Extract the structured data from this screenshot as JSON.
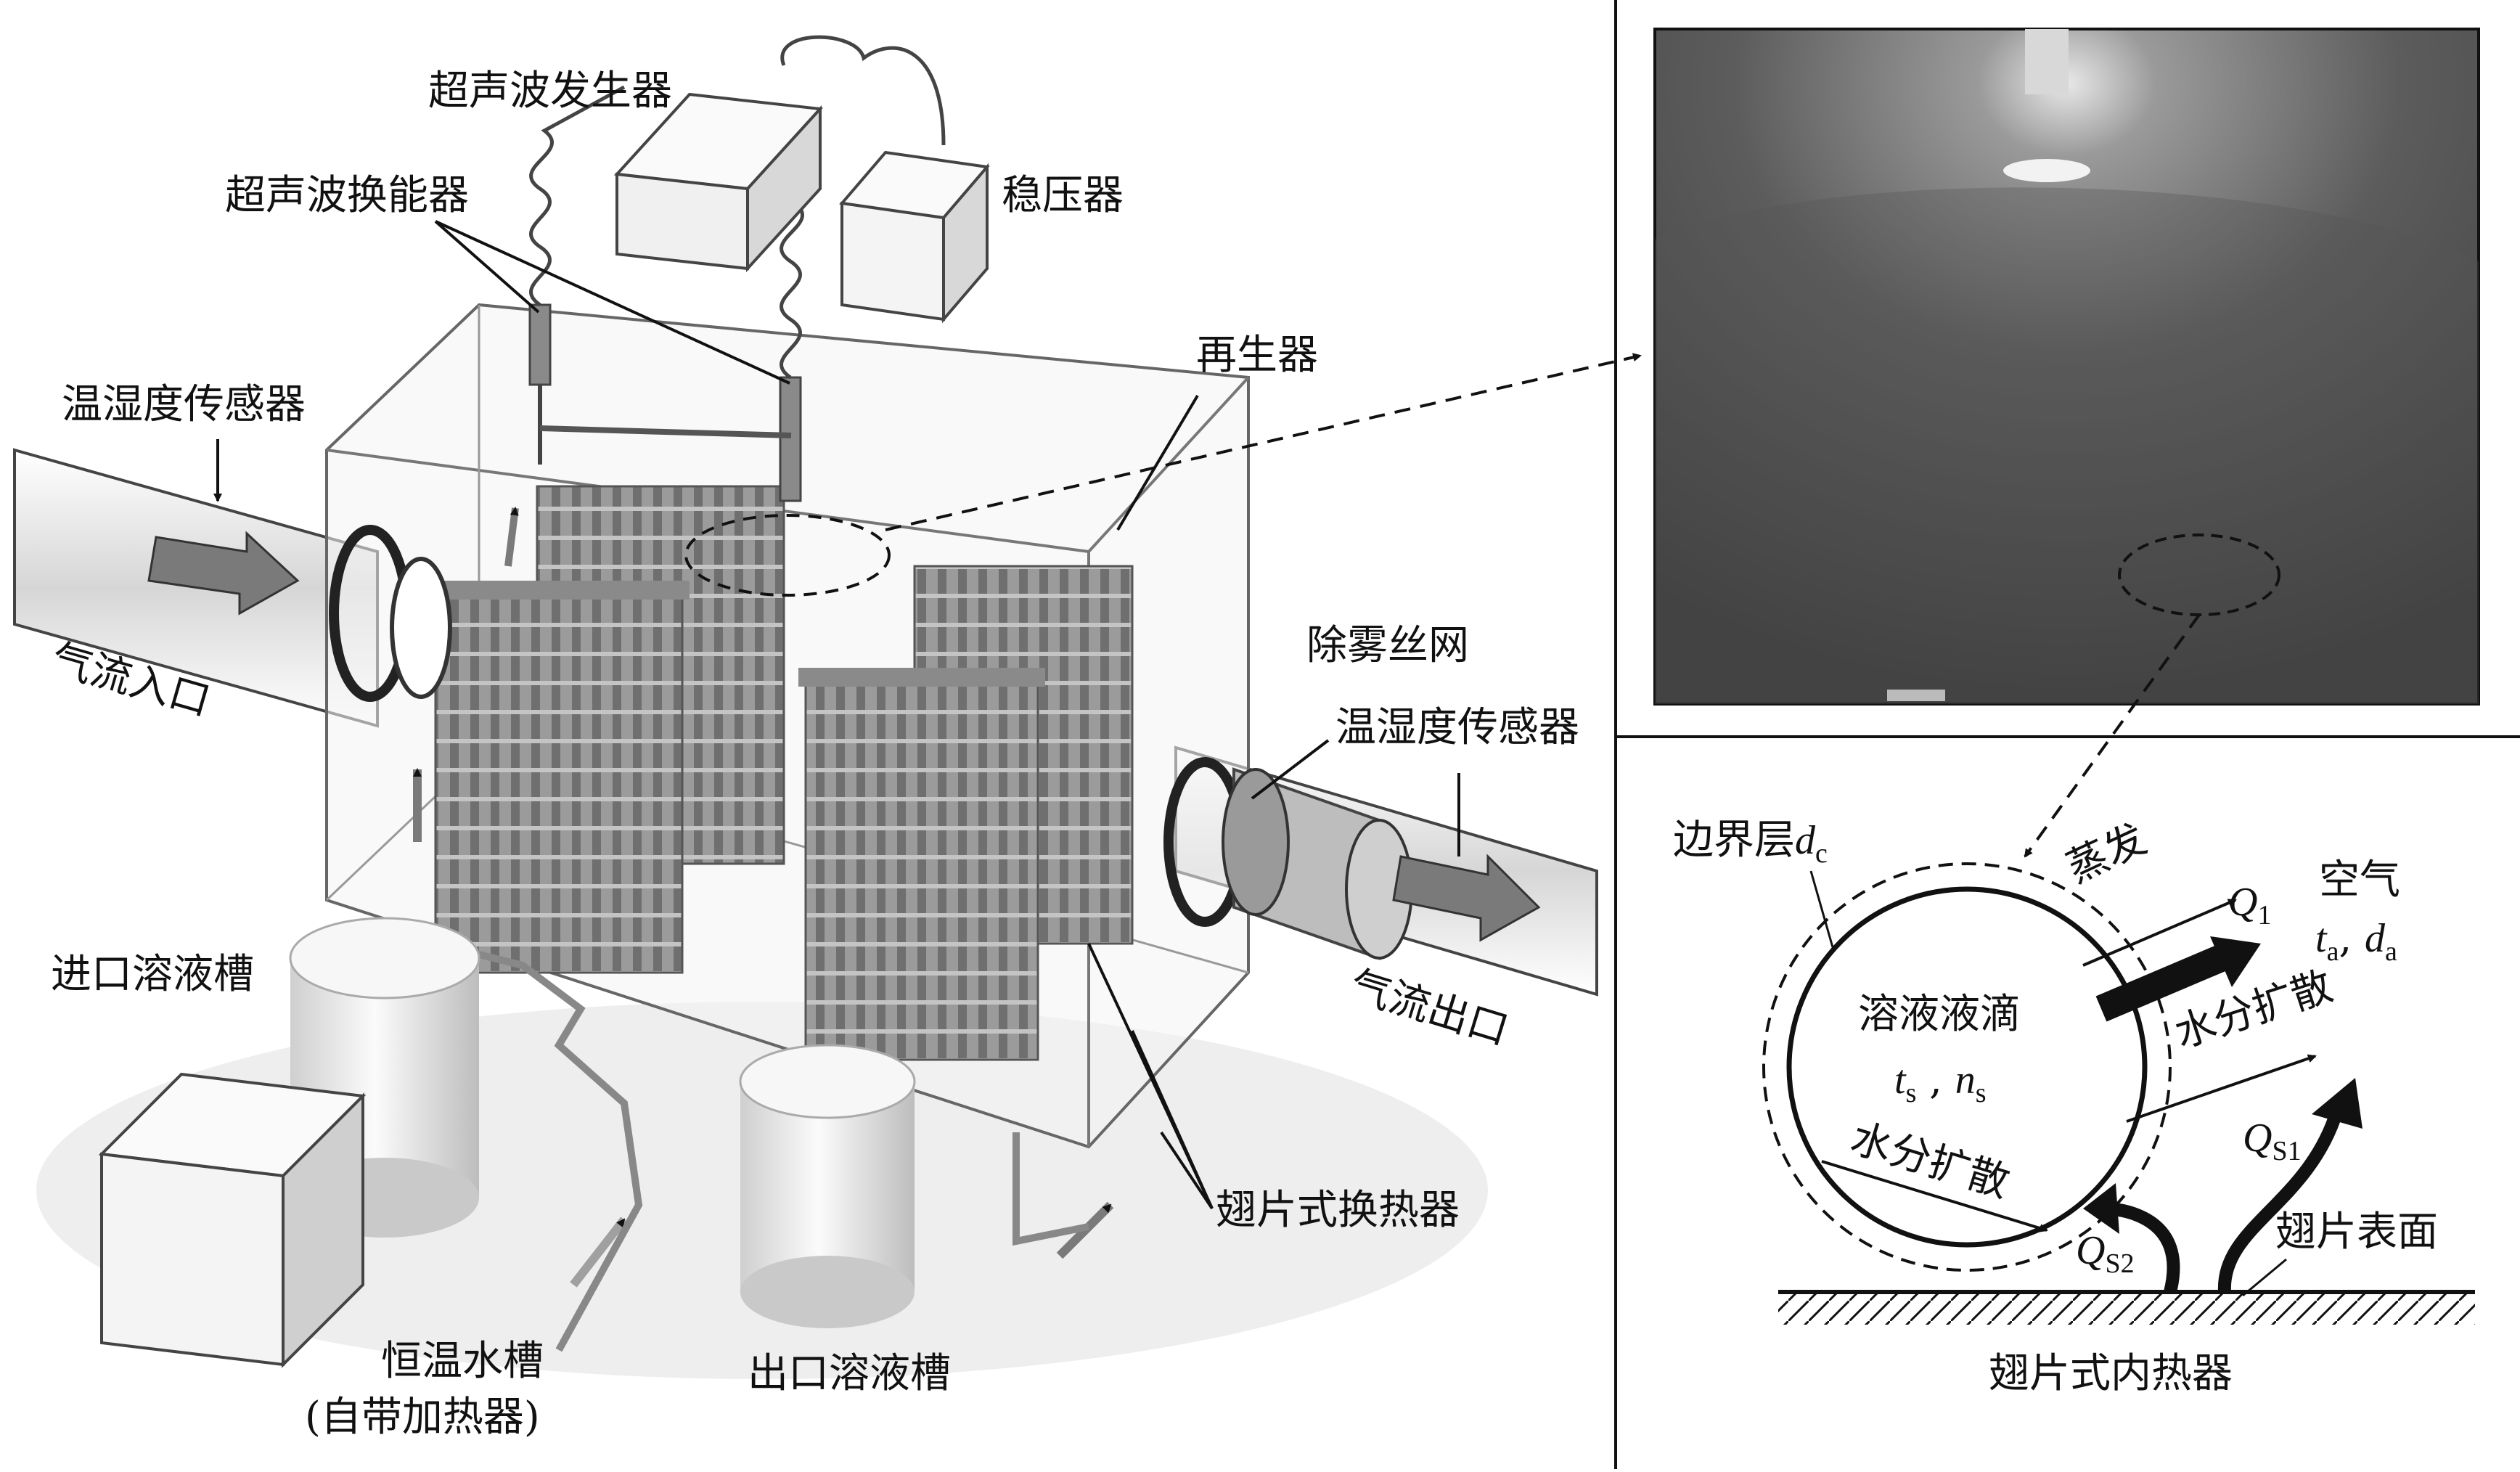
{
  "left_labels": {
    "ultrasonic_generator": "超声波发生器",
    "ultrasonic_transducer": "超声波换能器",
    "voltage_regulator": "稳压器",
    "regenerator": "再生器",
    "temp_humidity_sensor_in": "温湿度传感器",
    "airflow_inlet": "气流入口",
    "demister_mesh": "除雾丝网",
    "temp_humidity_sensor_out": "温湿度传感器",
    "inlet_solution_tank": "进口溶液槽",
    "airflow_outlet": "气流出口",
    "fin_heat_exchanger": "翅片式换热器",
    "constant_temp_bath": "恒温水槽",
    "self_heater": "(自带加热器)",
    "outlet_solution_tank": "出口溶液槽"
  },
  "right_labels": {
    "boundary_layer": "边界层",
    "boundary_symbol": "d",
    "boundary_sub": "c",
    "evaporation": "蒸发",
    "q1": "Q",
    "q1_sub": "1",
    "air": "空气",
    "air_params_t": "t",
    "air_params_t_sub": "a",
    "air_params_sep": ", ",
    "air_params_d": "d",
    "air_params_d_sub": "a",
    "droplet": "溶液液滴",
    "droplet_t": "t",
    "droplet_t_sub": "s",
    "droplet_sep": " , ",
    "droplet_n": "n",
    "droplet_n_sub": "s",
    "moisture_diffusion_out": "水分扩散",
    "moisture_diffusion_in": "水分扩散",
    "qs1": "Q",
    "qs1_sub": "S1",
    "qs2": "Q",
    "qs2_sub": "S2",
    "fin_surface": "翅片表面",
    "caption": "翅片式内热器"
  },
  "colors": {
    "line": "#111111",
    "arrow_gray": "#7a7a7a",
    "photo_dark": "#2e2e2e",
    "box_face": "#f2f2f2"
  }
}
